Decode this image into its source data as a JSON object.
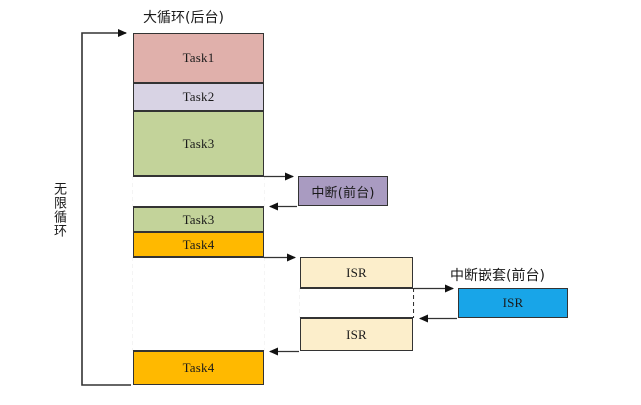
{
  "diagram": {
    "title_main": "大循环(后台)",
    "label_interrupt": "中断(前台)",
    "label_nested_interrupt": "中断嵌套(前台)",
    "label_loop_vertical": "无限循环",
    "colors": {
      "task1": "#e0b0ab",
      "task2": "#d8d3e4",
      "task3": "#c3d39a",
      "task4": "#ffb900",
      "interrupt": "#a99bc1",
      "isr": "#fceecb",
      "nested_isr": "#18a5e8",
      "stroke": "#333333",
      "background": "#ffffff"
    },
    "background_column": {
      "name": "big-loop-column",
      "blocks": [
        {
          "id": "task1",
          "label": "Task1",
          "color_key": "task1"
        },
        {
          "id": "task2",
          "label": "Task2",
          "color_key": "task2"
        },
        {
          "id": "task3a",
          "label": "Task3",
          "color_key": "task3"
        },
        {
          "id": "gap1",
          "label": "",
          "color_key": "background"
        },
        {
          "id": "task3b",
          "label": "Task3",
          "color_key": "task3"
        },
        {
          "id": "task4a",
          "label": "Task4",
          "color_key": "task4"
        },
        {
          "id": "gap2",
          "label": "",
          "color_key": "background"
        },
        {
          "id": "task4b",
          "label": "Task4",
          "color_key": "task4"
        }
      ]
    },
    "foreground_interrupt": {
      "label": "中断(前台)",
      "color_key": "interrupt"
    },
    "isr_column": {
      "blocks": [
        {
          "id": "isr-top",
          "label": "ISR",
          "color_key": "isr"
        },
        {
          "id": "isr-gap",
          "label": "",
          "color_key": "background"
        },
        {
          "id": "isr-bottom",
          "label": "ISR",
          "color_key": "isr"
        }
      ]
    },
    "nested_isr": {
      "label": "ISR",
      "color_key": "nested_isr",
      "caption": "中断嵌套(前台)"
    }
  }
}
